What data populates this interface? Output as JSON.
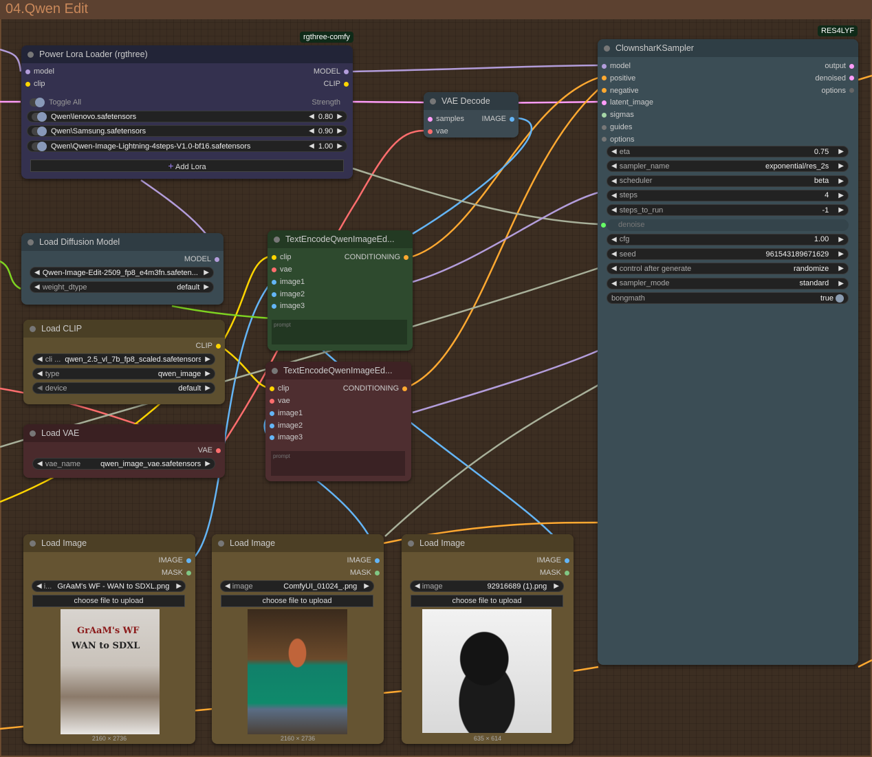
{
  "group_title": "04.Qwen Edit",
  "badges": {
    "rgthree": "rgthree-comfy",
    "res4lyf": "RES4LYF"
  },
  "colors": {
    "model": "#b39ddb",
    "clip": "#ffd500",
    "vae": "#ff6e6e",
    "image": "#64b5f6",
    "mask": "#81c784",
    "conditioning": "#ffa931",
    "latent": "#ff9cf9"
  },
  "lora": {
    "title": "Power Lora Loader (rgthree)",
    "inputs": [
      "model",
      "clip"
    ],
    "outputs": [
      "MODEL",
      "CLIP"
    ],
    "toggle_all": "Toggle All",
    "strength": "Strength",
    "loras": [
      {
        "name": "Qwen\\lenovo.safetensors",
        "value": "0.80"
      },
      {
        "name": "Qwen\\Samsung.safetensors",
        "value": "0.90"
      },
      {
        "name": "Qwen\\Qwen-Image-Lightning-4steps-V1.0-bf16.safetensors",
        "value": "1.00"
      }
    ],
    "add": "Add Lora"
  },
  "vae_decode": {
    "title": "VAE Decode",
    "inputs": [
      "samples",
      "vae"
    ],
    "output": "IMAGE"
  },
  "sampler": {
    "title": "ClownsharKSampler",
    "inputs": [
      "model",
      "positive",
      "negative",
      "latent_image",
      "sigmas",
      "guides",
      "options"
    ],
    "outputs": [
      "output",
      "denoised",
      "options"
    ],
    "widgets": [
      {
        "label": "eta",
        "value": "0.75"
      },
      {
        "label": "sampler_name",
        "value": "exponential/res_2s"
      },
      {
        "label": "scheduler",
        "value": "beta"
      },
      {
        "label": "steps",
        "value": "4"
      },
      {
        "label": "steps_to_run",
        "value": "-1"
      },
      {
        "label": "denoise",
        "value": ""
      },
      {
        "label": "cfg",
        "value": "1.00"
      },
      {
        "label": "seed",
        "value": "961543189671629"
      },
      {
        "label": "control after generate",
        "value": "randomize"
      },
      {
        "label": "sampler_mode",
        "value": "standard"
      },
      {
        "label": "bongmath",
        "value": "true"
      }
    ]
  },
  "diffusion": {
    "title": "Load Diffusion Model",
    "output": "MODEL",
    "unet": "Qwen-Image-Edit-2509_fp8_e4m3fn.safeten...",
    "dtype_label": "weight_dtype",
    "dtype": "default"
  },
  "clip": {
    "title": "Load CLIP",
    "output": "CLIP",
    "name_label": "cli ...",
    "name": "qwen_2.5_vl_7b_fp8_scaled.safetensors",
    "type_label": "type",
    "type": "qwen_image",
    "device_label": "device",
    "device": "default"
  },
  "vae": {
    "title": "Load VAE",
    "output": "VAE",
    "label": "vae_name",
    "value": "qwen_image_vae.safetensors"
  },
  "te": {
    "title": "TextEncodeQwenImageEd...",
    "inputs": [
      "clip",
      "vae",
      "image1",
      "image2",
      "image3"
    ],
    "output": "CONDITIONING",
    "prompt": "prompt"
  },
  "images": [
    {
      "title": "Load Image",
      "label": "i...",
      "file": "GrAaM's WF - WAN to SDXL.png",
      "upload": "choose file to upload",
      "dims": "2160 × 2736",
      "overlay": [
        "GrAaM's WF",
        "WAN to SDXL"
      ]
    },
    {
      "title": "Load Image",
      "label": "image",
      "file": "ComfyUI_01024_.png",
      "upload": "choose file to upload",
      "dims": "2160 × 2736"
    },
    {
      "title": "Load Image",
      "label": "image",
      "file": "92916689 (1).png",
      "upload": "choose file to upload",
      "dims": "635 × 614"
    }
  ],
  "image_outputs": [
    "IMAGE",
    "MASK"
  ]
}
